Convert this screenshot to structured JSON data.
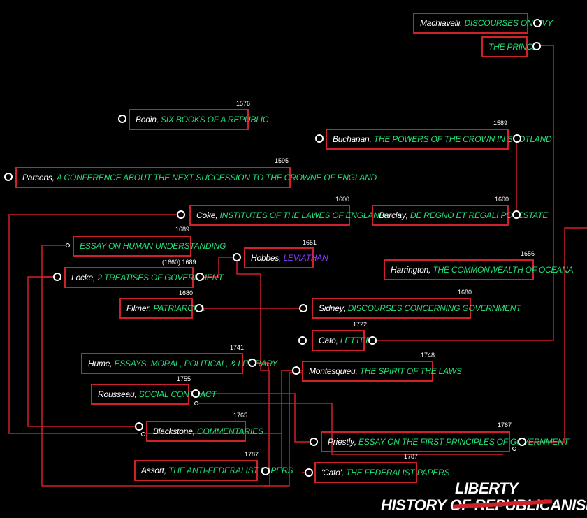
{
  "title": {
    "line1": "LIBERTY",
    "prefix": "HISTORY OF ",
    "struck": "REPUBLICANISM"
  },
  "entries": [
    {
      "id": "machiavelli-discourses",
      "author": "Machiavelli",
      "work": "DISCOURSES ON LIVY",
      "year": ""
    },
    {
      "id": "machiavelli-prince",
      "author": "",
      "work": "THE PRINCE",
      "year": ""
    },
    {
      "id": "bodin",
      "author": "Bodin",
      "work": "SIX BOOKS OF A REPUBLIC",
      "year": "1576"
    },
    {
      "id": "buchanan",
      "author": "Buchanan",
      "work": "THE POWERS OF THE CROWN IN SCOTLAND",
      "year": "1589"
    },
    {
      "id": "parsons",
      "author": "Parsons",
      "work": "A CONFERENCE ABOUT THE NEXT SUCCESSION TO THE CROWNE OF ENGLAND",
      "year": "1595"
    },
    {
      "id": "coke",
      "author": "Coke",
      "work": "INSTITUTES OF THE LAWES OF ENGLAND",
      "year": "1600"
    },
    {
      "id": "barclay",
      "author": "Barclay",
      "work": "DE REGNO ET REGALI POTESTATE",
      "year": "1600"
    },
    {
      "id": "locke-essay",
      "author": "",
      "work": "ESSAY ON HUMAN UNDERSTANDING",
      "year": "1689"
    },
    {
      "id": "hobbes",
      "author": "Hobbes",
      "work": "LEVIATHAN",
      "year": "1651",
      "work_color": "purple"
    },
    {
      "id": "locke-treatises",
      "author": "Locke",
      "work": "2 TREATISES OF GOVERNMENT",
      "year": "(1660) 1689"
    },
    {
      "id": "harrington",
      "author": "Harrington",
      "work": "THE COMMONWEALTH OF OCEANA",
      "year": "1656"
    },
    {
      "id": "filmer",
      "author": "Filmer",
      "work": "PATRIARCHA",
      "year": "1680"
    },
    {
      "id": "sidney",
      "author": "Sidney",
      "work": "DISCOURSES CONCERNING GOVERNMENT",
      "year": "1680"
    },
    {
      "id": "cato",
      "author": "Cato",
      "work": "LETTERS",
      "year": "1722"
    },
    {
      "id": "hume",
      "author": "Hume",
      "work": "ESSAYS, MORAL, POLITICAL, & LITERARY",
      "year": "1741"
    },
    {
      "id": "montesquieu",
      "author": "Montesquieu",
      "work": "THE SPIRIT OF THE LAWS",
      "year": "1748"
    },
    {
      "id": "rousseau",
      "author": "Rousseau",
      "work": "SOCIAL CONTRACT",
      "year": "1755"
    },
    {
      "id": "blackstone",
      "author": "Blackstone",
      "work": "COMMENTARIES",
      "year": "1765"
    },
    {
      "id": "priestly",
      "author": "Priestly",
      "work": "ESSAY ON THE FIRST PRINCIPLES OF GOVERNMENT",
      "year": "1767"
    },
    {
      "id": "assort",
      "author": "Assort",
      "work": "THE ANTI-FEDERALIST PAPERS",
      "year": "1787"
    },
    {
      "id": "cato-federalist",
      "author": "'Cato'",
      "work": "THE FEDERALIST PAPERS",
      "year": "1787"
    }
  ]
}
